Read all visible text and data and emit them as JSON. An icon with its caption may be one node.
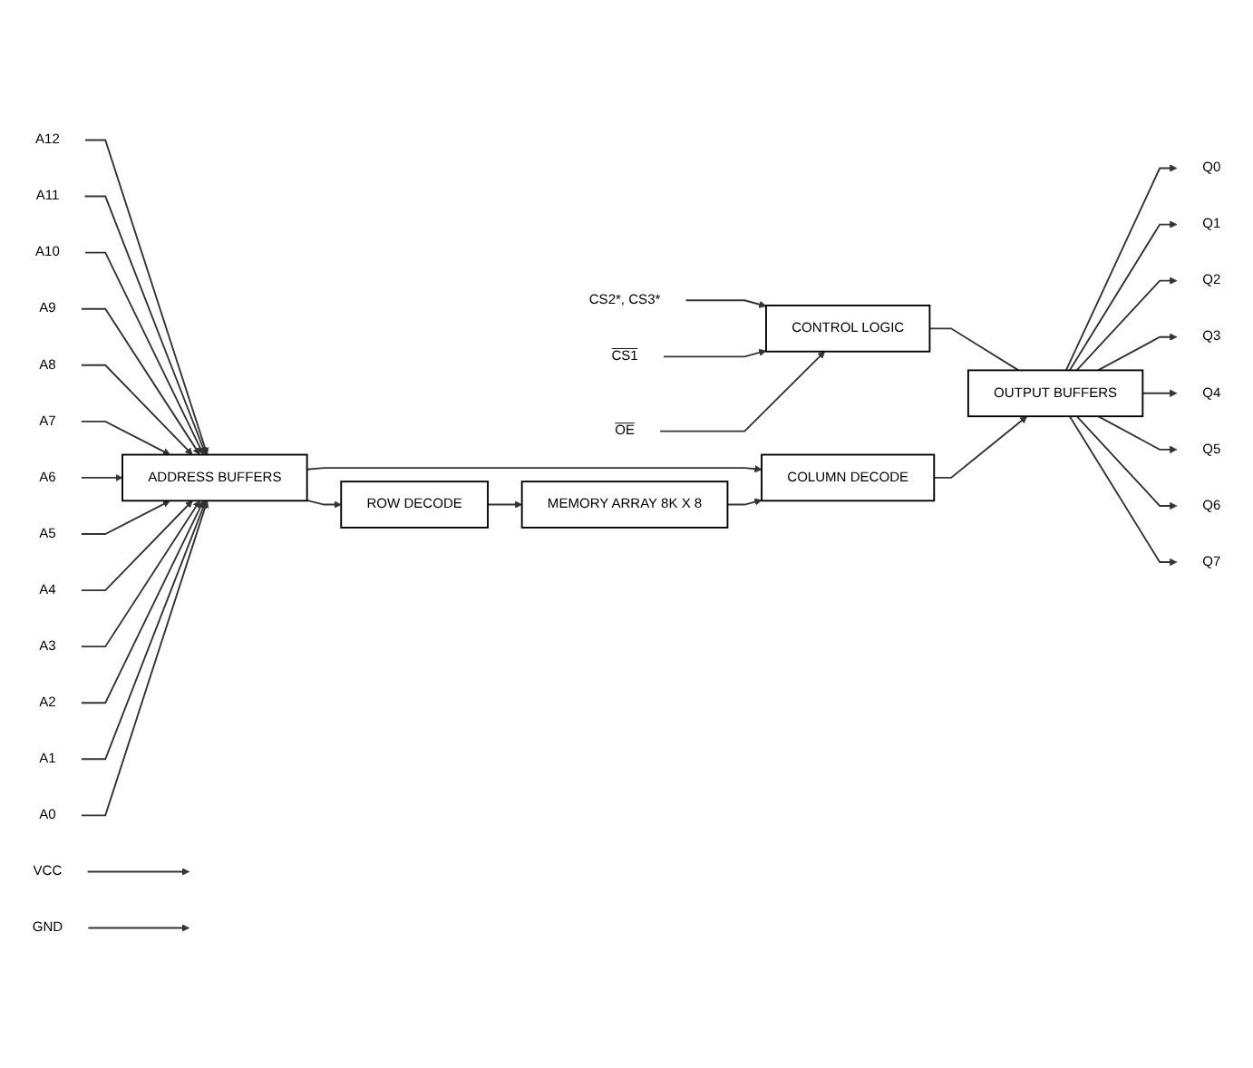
{
  "diagram": {
    "nodes": [
      {
        "text": [
          "VCC"
        ]
      },
      {
        "text": [
          "GND"
        ]
      },
      {
        "text": [
          "CS2*, CS3*"
        ]
      },
      {
        "text": [
          "CS1"
        ]
      },
      {
        "text": [
          "OE"
        ]
      },
      {
        "text": [
          "CONTROL LOGIC"
        ]
      },
      {
        "text": [
          "OUTPUT BUFFERS"
        ]
      },
      {
        "text": [
          "Q0"
        ]
      },
      {
        "text": [
          "Q1"
        ]
      },
      {
        "text": [
          "Q2"
        ]
      },
      {
        "text": [
          "Q3"
        ]
      },
      {
        "text": [
          "Q4"
        ]
      },
      {
        "text": [
          "Q5"
        ]
      },
      {
        "text": [
          "Q6"
        ]
      },
      {
        "text": [
          "Q7"
        ]
      },
      {
        "text": [
          "COLUMN DECODE"
        ]
      },
      {
        "text": [
          "A12"
        ]
      },
      {
        "text": [
          "A11"
        ]
      },
      {
        "text": [
          "A10"
        ]
      },
      {
        "text": [
          "A9"
        ]
      },
      {
        "text": [
          "A8"
        ]
      },
      {
        "text": [
          "A7"
        ]
      },
      {
        "text": [
          "A6"
        ]
      },
      {
        "text": [
          "A5"
        ]
      },
      {
        "text": [
          "A4"
        ]
      },
      {
        "text": [
          "A3"
        ]
      },
      {
        "text": [
          "A2"
        ]
      },
      {
        "text": [
          "A1"
        ]
      },
      {
        "text": [
          "A0"
        ]
      },
      {
        "text": [
          "ADDRESS BUFFERS"
        ]
      },
      {
        "text": [
          "ROW DECODE"
        ]
      },
      {
        "text": [
          "MEMORY ARRAY 8K X 8"
        ]
      }
    ],
    "edges": [
      {
        "from": 0,
        "to": null,
        "arrow": "to"
      },
      {
        "from": 1,
        "to": null,
        "arrow": "to"
      },
      {
        "from": 2,
        "to": 5,
        "arrow": "to"
      },
      {
        "from": 3,
        "to": 5,
        "arrow": "to"
      },
      {
        "from": 4,
        "to": 5,
        "arrow": "to"
      },
      {
        "from": 5,
        "to": 6,
        "arrow": "none"
      },
      {
        "from": 6,
        "to": 7,
        "arrow": "to"
      },
      {
        "from": 6,
        "to": 8,
        "arrow": "to"
      },
      {
        "from": 6,
        "to": 9,
        "arrow": "to"
      },
      {
        "from": 6,
        "to": 10,
        "arrow": "to"
      },
      {
        "from": 6,
        "to": 11,
        "arrow": "to"
      },
      {
        "from": 6,
        "to": 12,
        "arrow": "to"
      },
      {
        "from": 6,
        "to": 13,
        "arrow": "to"
      },
      {
        "from": 6,
        "to": 14,
        "arrow": "to"
      },
      {
        "from": 15,
        "to": 6,
        "arrow": "to"
      },
      {
        "from": 16,
        "to": 29,
        "arrow": "to"
      },
      {
        "from": 17,
        "to": 29,
        "arrow": "to"
      },
      {
        "from": 18,
        "to": 29,
        "arrow": "to"
      },
      {
        "from": 19,
        "to": 29,
        "arrow": "to"
      },
      {
        "from": 20,
        "to": 29,
        "arrow": "to"
      },
      {
        "from": 21,
        "to": 29,
        "arrow": "to"
      },
      {
        "from": 22,
        "to": 29,
        "arrow": "to"
      },
      {
        "from": 23,
        "to": 29,
        "arrow": "to"
      },
      {
        "from": 24,
        "to": 29,
        "arrow": "to"
      },
      {
        "from": 25,
        "to": 29,
        "arrow": "to"
      },
      {
        "from": 26,
        "to": 29,
        "arrow": "to"
      },
      {
        "from": 27,
        "to": 29,
        "arrow": "to"
      },
      {
        "from": 28,
        "to": 29,
        "arrow": "to"
      },
      {
        "from": 29,
        "to": 15,
        "arrow": "to"
      },
      {
        "from": 29,
        "to": 30,
        "arrow": "to"
      },
      {
        "from": 30,
        "to": 31,
        "arrow": "to"
      },
      {
        "from": 31,
        "to": 15,
        "arrow": "to"
      }
    ]
  }
}
